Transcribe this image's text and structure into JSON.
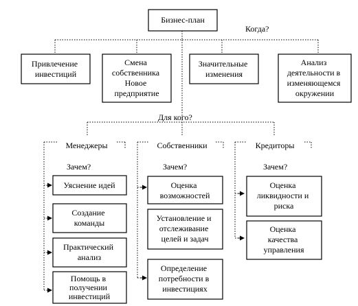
{
  "root": {
    "label": "Бизнес-план"
  },
  "question_when": "Когда?",
  "occasions": [
    {
      "lines": [
        "Привлечение",
        "инвестиций"
      ]
    },
    {
      "lines": [
        "Смена",
        "собственника",
        "Новое",
        "предприятие"
      ]
    },
    {
      "lines": [
        "Значительные",
        "изменения"
      ]
    },
    {
      "lines": [
        "Анализ",
        "деятельности в",
        "изменяющемся",
        "окружении"
      ]
    }
  ],
  "question_for_whom": "Для кого?",
  "groups": [
    {
      "title": "Менеджеры",
      "question": "Зачем?",
      "items": [
        {
          "lines": [
            "Уяснение идей"
          ]
        },
        {
          "lines": [
            "Создание",
            "команды"
          ]
        },
        {
          "lines": [
            "Практический",
            "анализ"
          ]
        },
        {
          "lines": [
            "Помощь в",
            "получении",
            "инвестиций"
          ]
        }
      ]
    },
    {
      "title": "Собственники",
      "question": "Зачем?",
      "items": [
        {
          "lines": [
            "Оценка",
            "возможностей"
          ]
        },
        {
          "lines": [
            "Установление и",
            "отслеживание",
            "целей и задач"
          ]
        },
        {
          "lines": [
            "Определение",
            "потребности в",
            "инвестициях"
          ]
        }
      ]
    },
    {
      "title": "Кредиторы",
      "question": "Зачем?",
      "items": [
        {
          "lines": [
            "Оценка",
            "ликвидности и",
            "риска"
          ]
        },
        {
          "lines": [
            "Оценка",
            "качества",
            "управления"
          ]
        }
      ]
    }
  ]
}
